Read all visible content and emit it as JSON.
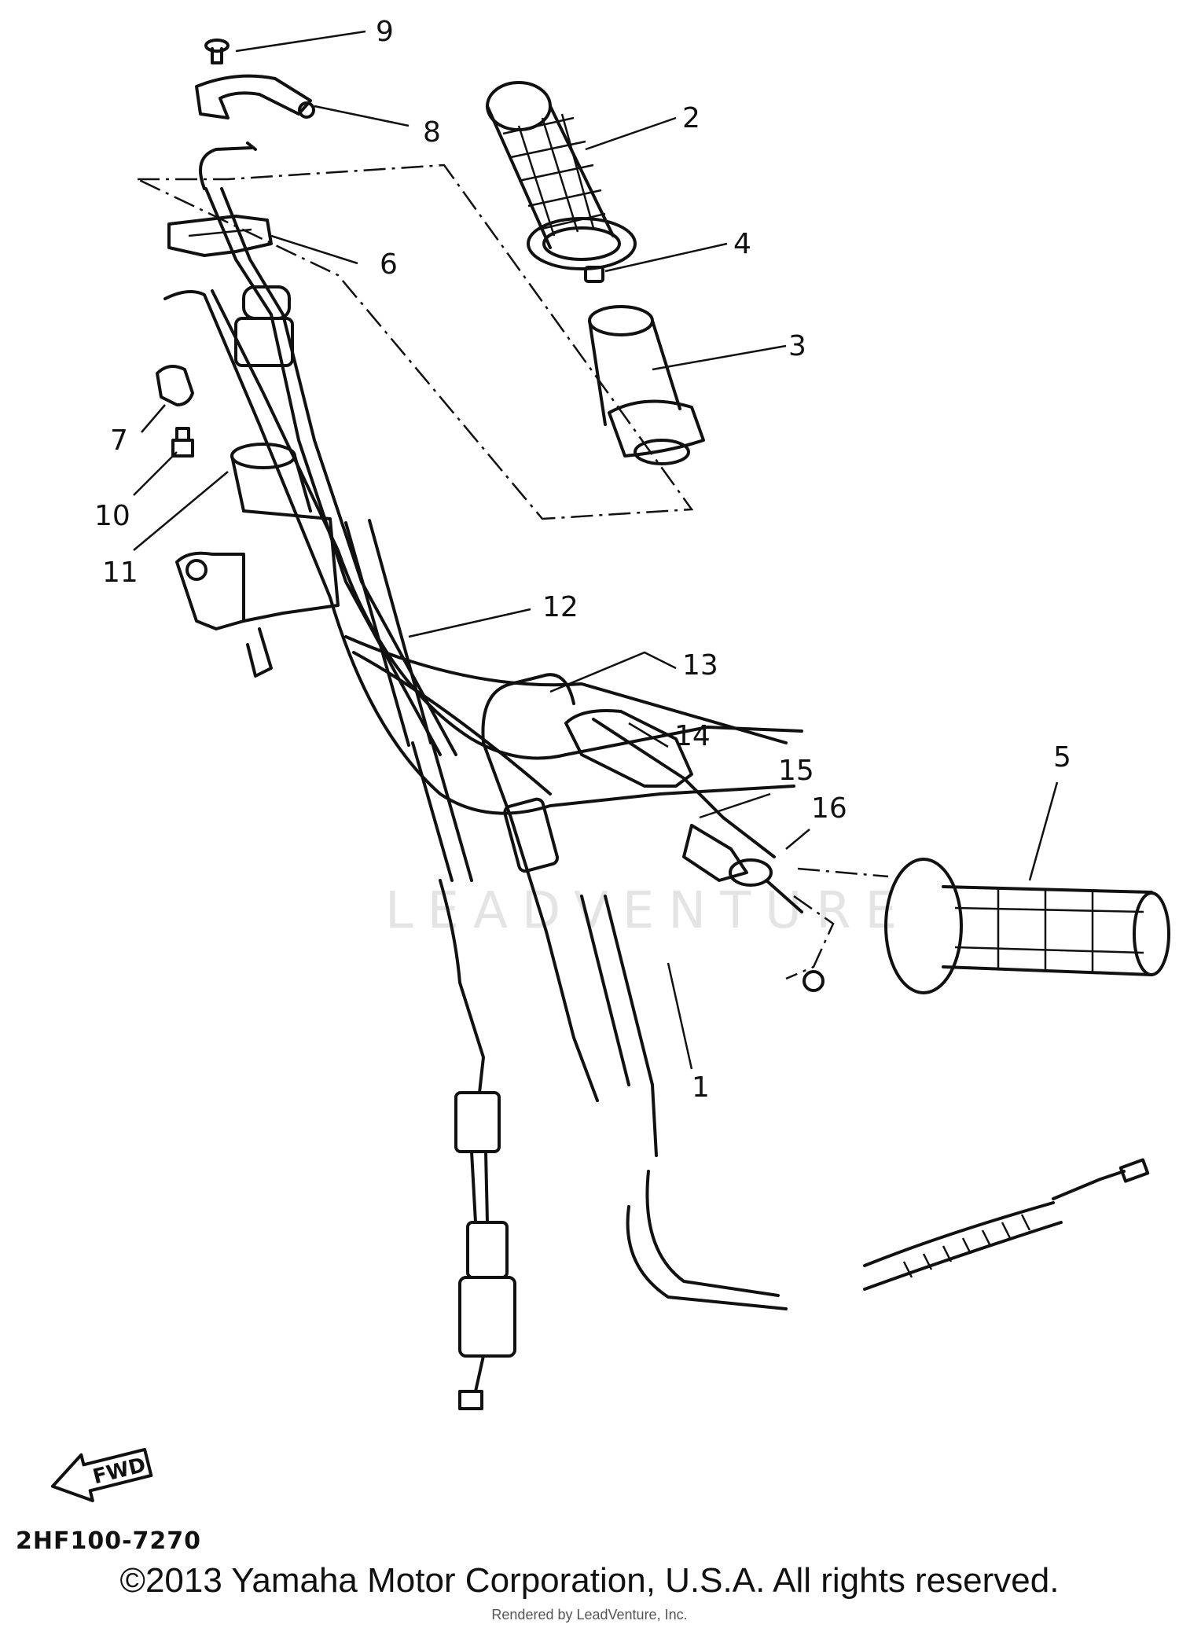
{
  "diagram_code": "2HF100-7270",
  "fwd_label": "FWD",
  "copyright": "©2013 Yamaha Motor Corporation, U.S.A. All rights reserved.",
  "rendered_by": "Rendered by LeadVenture, Inc.",
  "watermark": "LEADVENTURE",
  "callouts": [
    "1",
    "2",
    "3",
    "4",
    "5",
    "6",
    "7",
    "8",
    "9",
    "10",
    "11",
    "12",
    "13",
    "14",
    "15",
    "16"
  ]
}
